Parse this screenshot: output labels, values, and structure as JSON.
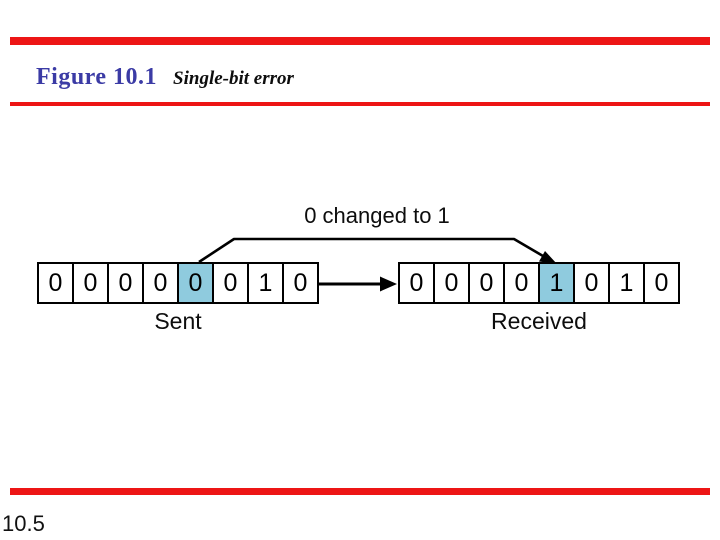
{
  "slide": {
    "figure_label": "Figure 10.1",
    "figure_caption": "Single-bit error",
    "page_number": "10.5"
  },
  "diagram": {
    "annotation": "0 changed to 1",
    "sent": {
      "label": "Sent",
      "bits": [
        "0",
        "0",
        "0",
        "0",
        "0",
        "0",
        "1",
        "0"
      ],
      "highlight_index": 4
    },
    "received": {
      "label": "Received",
      "bits": [
        "0",
        "0",
        "0",
        "0",
        "1",
        "0",
        "1",
        "0"
      ],
      "highlight_index": 4
    }
  },
  "colors": {
    "accent_red": "#ED1515",
    "title_blue": "#3B3BA5",
    "highlight_cyan": "#8FCBDE"
  }
}
